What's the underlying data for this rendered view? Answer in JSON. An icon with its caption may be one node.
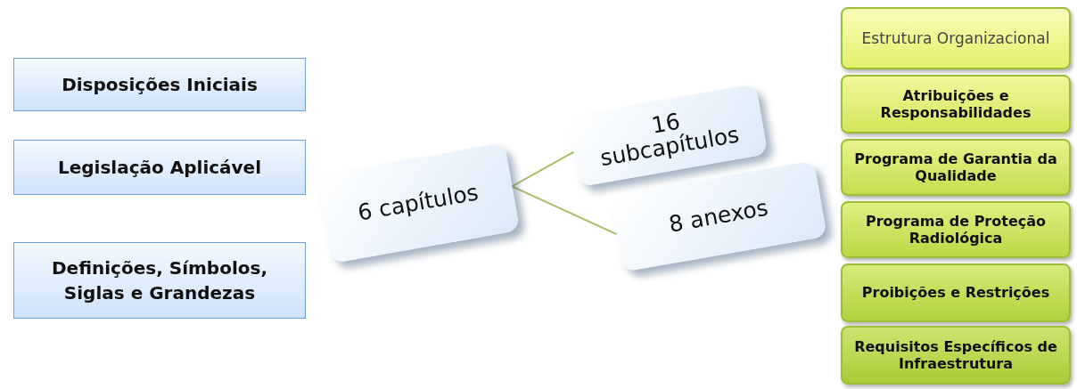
{
  "diagram": {
    "nodes": [
      {
        "text": [
          "Disposições Iniciais"
        ]
      },
      {
        "text": [
          "Legislação Aplicável"
        ]
      },
      {
        "text": [
          "Definições, Símbolos, Siglas e Grandezas"
        ]
      },
      {
        "text": [
          "6 capítulos"
        ]
      },
      {
        "text": [
          "16 subcapítulos"
        ]
      },
      {
        "text": [
          "8 anexos"
        ]
      },
      {
        "text": [
          "Estrutura Organizacional"
        ]
      },
      {
        "text": [
          "Atribuições e Responsabilidades"
        ]
      },
      {
        "text": [
          "Programa de Garantia da Qualidade"
        ]
      },
      {
        "text": [
          "Programa de Proteção Radiológica"
        ]
      },
      {
        "text": [
          "Proibições e Restrições"
        ]
      },
      {
        "text": [
          "Requisitos Específicos de Infraestrutura"
        ]
      }
    ],
    "edges": [
      {
        "from": 3,
        "to": 4,
        "arrow": "none"
      },
      {
        "from": 3,
        "to": 5,
        "arrow": "none"
      }
    ]
  }
}
